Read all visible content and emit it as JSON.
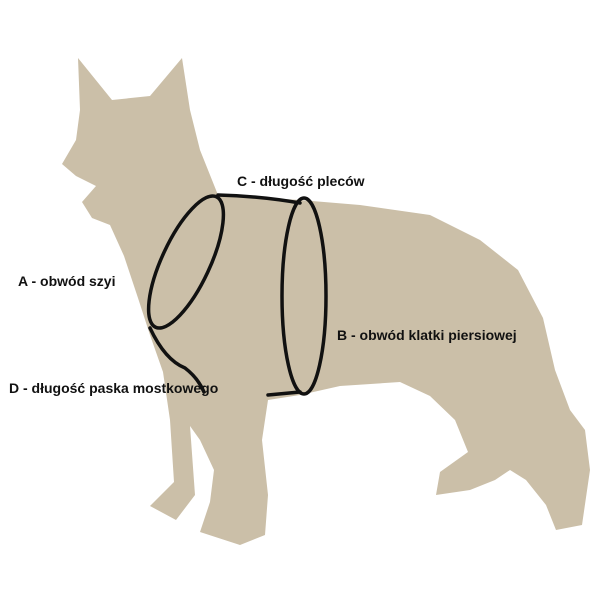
{
  "colors": {
    "silhouette": "#cbbfa8",
    "lines": "#111111"
  },
  "labels": {
    "a": "A - obwód szyi",
    "b": "B - obwód klatki piersiowej",
    "c": "C - długość pleców",
    "d": "D - długość paska mostkowego"
  }
}
